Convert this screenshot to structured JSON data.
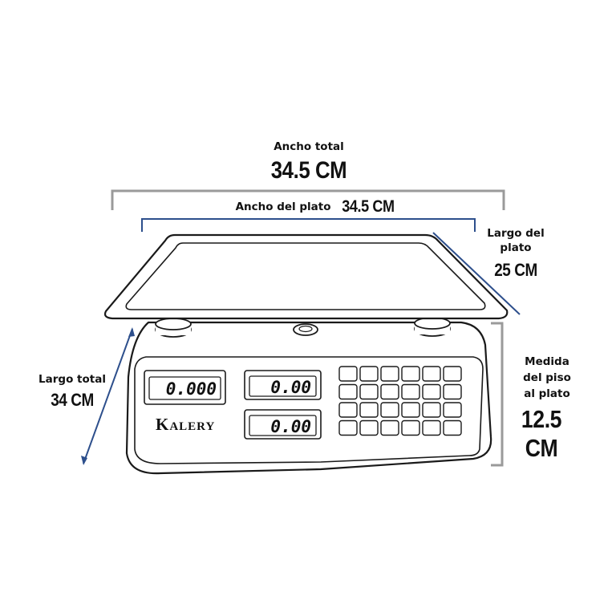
{
  "dimensions": {
    "ancho_total": {
      "label": "Ancho total",
      "value": "34.5 CM"
    },
    "ancho_plato": {
      "label": "Ancho del plato",
      "value": "34.5 CM"
    },
    "largo_plato": {
      "label_line1": "Largo del",
      "label_line2": "plato",
      "value": "25 CM"
    },
    "largo_total": {
      "label": "Largo total",
      "value": "34 CM"
    },
    "medida_piso": {
      "label_line1": "Medida",
      "label_line2": "del piso",
      "label_line3": "al plato",
      "value": "12.5 CM"
    }
  },
  "scale": {
    "brand": "Kalery",
    "displays": {
      "weight": "0.000",
      "unit_price": "0.00",
      "total_price": "0.00"
    },
    "keypad": {
      "rows": 4,
      "cols": 6
    }
  },
  "colors": {
    "gray_bracket": "#9a9a9a",
    "blue_line": "#2d4f8c",
    "outline": "#1a1a1a"
  }
}
